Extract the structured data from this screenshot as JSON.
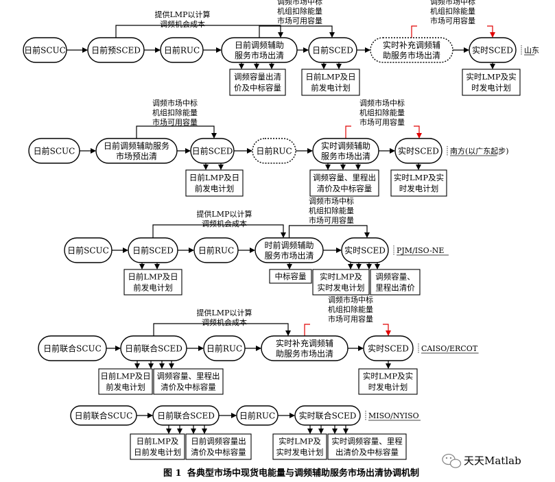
{
  "figure": {
    "caption_num": "图 1",
    "caption_text": "各典型市场中现货电能量与调频辅助服务市场出清协调机制"
  },
  "watermark": {
    "text": "天天Matlab",
    "icon": "wechat-icon"
  },
  "rows": [
    {
      "id": "shandong",
      "market_label": "山东",
      "nodes": [
        {
          "id": "n1",
          "text": "日前SCUC"
        },
        {
          "id": "n2",
          "text": "日前预SCED"
        },
        {
          "id": "n3",
          "text": "日前RUC"
        },
        {
          "id": "n4",
          "lines": [
            "日前调频辅助",
            "服务市场出清"
          ]
        },
        {
          "id": "n5",
          "text": "日前SCED"
        },
        {
          "id": "n6",
          "lines": [
            "实时补充调频辅",
            "助服务市场出清"
          ],
          "dotted": true
        },
        {
          "id": "n7",
          "text": "实时SCED"
        }
      ],
      "annotations": [
        {
          "lines": [
            "提供LMP以计算",
            "调频机会成本"
          ]
        },
        {
          "lines": [
            "调频市场中标",
            "机组扣除能量",
            "市场可用容量"
          ]
        },
        {
          "lines": [
            "调频市场中标",
            "机组扣除能量",
            "市场可用容量"
          ],
          "red": true
        }
      ],
      "outputs": [
        {
          "lines": [
            "调频容量出清",
            "价及中标容量"
          ]
        },
        {
          "lines": [
            "日前LMP及日",
            "前发电计划"
          ]
        },
        {
          "lines": [
            "实时LMP及实",
            "时发电计划"
          ]
        }
      ]
    },
    {
      "id": "nanfang",
      "market_label": "南方(以广东起步)",
      "nodes": [
        {
          "id": "n1",
          "text": "日前SCUC"
        },
        {
          "id": "n2",
          "lines": [
            "日前调频辅助服务",
            "市场预出清"
          ]
        },
        {
          "id": "n3",
          "text": "日前SCED"
        },
        {
          "id": "n4",
          "text": "日前RUC",
          "dotted": true
        },
        {
          "id": "n5",
          "lines": [
            "实时调频辅助",
            "服务市场出清"
          ]
        },
        {
          "id": "n6",
          "text": "实时SCED"
        }
      ],
      "annotations": [
        {
          "lines": [
            "调频市场中标",
            "机组扣除能量",
            "市场可用容量"
          ]
        },
        {
          "lines": [
            "调频市场中标",
            "机组扣除能量",
            "市场可用容量"
          ],
          "red": true
        }
      ],
      "outputs": [
        {
          "lines": [
            "日前LMP及日",
            "前发电计划"
          ]
        },
        {
          "lines": [
            "调频容量、里程出",
            "清价及中标容量"
          ]
        },
        {
          "lines": [
            "实时LMP及实",
            "时发电计划"
          ]
        }
      ]
    },
    {
      "id": "pjm",
      "market_label": "PJM/ISO-NE",
      "nodes": [
        {
          "id": "n1",
          "text": "日前SCUC"
        },
        {
          "id": "n2",
          "text": "日前SCED"
        },
        {
          "id": "n3",
          "text": "日前RUC"
        },
        {
          "id": "n4",
          "lines": [
            "时前调频辅助",
            "服务市场出清"
          ]
        },
        {
          "id": "n5",
          "text": "实时SCED"
        }
      ],
      "annotations": [
        {
          "lines": [
            "提供LMP以计算",
            "调频机会成本"
          ]
        },
        {
          "lines": [
            "调频市场中标",
            "机组扣除能量",
            "市场可用容量"
          ]
        }
      ],
      "outputs": [
        {
          "lines": [
            "日前LMP及日",
            "前发电计划"
          ]
        },
        {
          "lines": [
            "中标容量"
          ]
        },
        {
          "lines": [
            "实时LMP及",
            "实时发电计划"
          ]
        },
        {
          "lines": [
            "调频容量、",
            "里程出清价"
          ]
        }
      ]
    },
    {
      "id": "caiso",
      "market_label": "CAISO/ERCOT",
      "nodes": [
        {
          "id": "n1",
          "text": "日前联合SCUC"
        },
        {
          "id": "n2",
          "text": "日前联合SCED"
        },
        {
          "id": "n3",
          "text": "日前RUC"
        },
        {
          "id": "n4",
          "lines": [
            "实时补充调频辅",
            "助服务市场出清"
          ]
        },
        {
          "id": "n5",
          "text": "实时SCED"
        }
      ],
      "annotations": [
        {
          "lines": [
            "提供LMP以计算",
            "调频机会成本"
          ]
        },
        {
          "lines": [
            "调频市场中标",
            "机组扣除能量",
            "市场可用容量"
          ],
          "red": true
        }
      ],
      "outputs": [
        {
          "lines": [
            "日前LMP及日",
            "前发电计划"
          ]
        },
        {
          "lines": [
            "调频容量、里程出",
            "清价及中标容量"
          ]
        },
        {
          "lines": [
            "实时LMP及实",
            "时发电计划"
          ]
        }
      ]
    },
    {
      "id": "miso",
      "market_label": "MISO/NYISO",
      "nodes": [
        {
          "id": "n1",
          "text": "日前联合SCUC"
        },
        {
          "id": "n2",
          "text": "日前联合SCED"
        },
        {
          "id": "n3",
          "text": "日前RUC"
        },
        {
          "id": "n4",
          "text": "实时联合SCED"
        }
      ],
      "annotations": [],
      "outputs": [
        {
          "lines": [
            "日前LMP及",
            "日前发电计划"
          ]
        },
        {
          "lines": [
            "日前调频容量出",
            "清价及中标容量"
          ]
        },
        {
          "lines": [
            "实时LMP及",
            "实时发电计划"
          ]
        },
        {
          "lines": [
            "实时调频容量、里程",
            "出清价及中标容量"
          ]
        }
      ]
    }
  ]
}
